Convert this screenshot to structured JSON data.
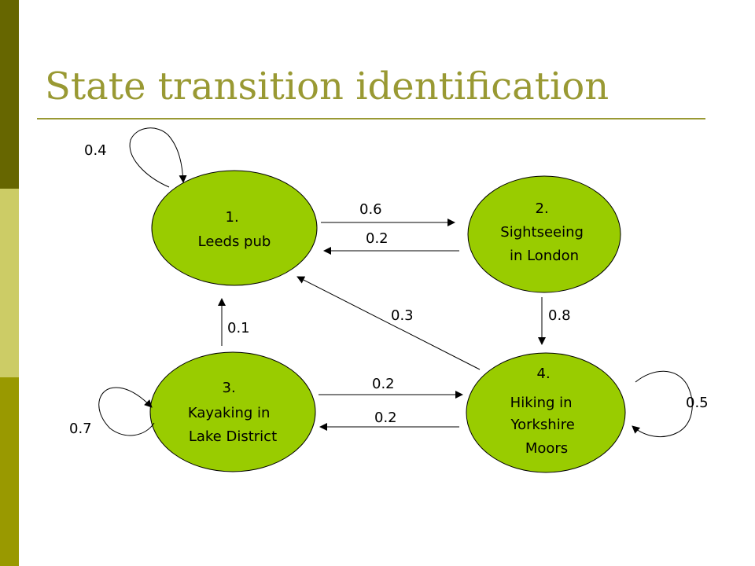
{
  "title": "State transition identification",
  "colors": {
    "accent": "#999933",
    "sidebar_dark": "#666600",
    "sidebar_light": "#cccc66",
    "sidebar_mid": "#999900",
    "node_fill": "#99cc00",
    "stroke": "#000000"
  },
  "nodes": [
    {
      "id": "1",
      "lines": [
        "1.",
        "Leeds pub"
      ]
    },
    {
      "id": "2",
      "lines": [
        "2.",
        "Sightseeing",
        "in London"
      ]
    },
    {
      "id": "3",
      "lines": [
        "3.",
        "Kayaking in",
        "Lake District"
      ]
    },
    {
      "id": "4",
      "lines": [
        "4.",
        "Hiking in",
        "Yorkshire",
        "Moors"
      ]
    }
  ],
  "transitions": [
    {
      "from": "1",
      "to": "1",
      "label": "0.4"
    },
    {
      "from": "1",
      "to": "2",
      "label": "0.6"
    },
    {
      "from": "2",
      "to": "1",
      "label": "0.2"
    },
    {
      "from": "3",
      "to": "1",
      "label": "0.1"
    },
    {
      "from": "4",
      "to": "1",
      "label": "0.3"
    },
    {
      "from": "2",
      "to": "4",
      "label": "0.8"
    },
    {
      "from": "3",
      "to": "4",
      "label": "0.2"
    },
    {
      "from": "4",
      "to": "3",
      "label": "0.2"
    },
    {
      "from": "3",
      "to": "3",
      "label": "0.7"
    },
    {
      "from": "4",
      "to": "4",
      "label": "0.5"
    }
  ]
}
